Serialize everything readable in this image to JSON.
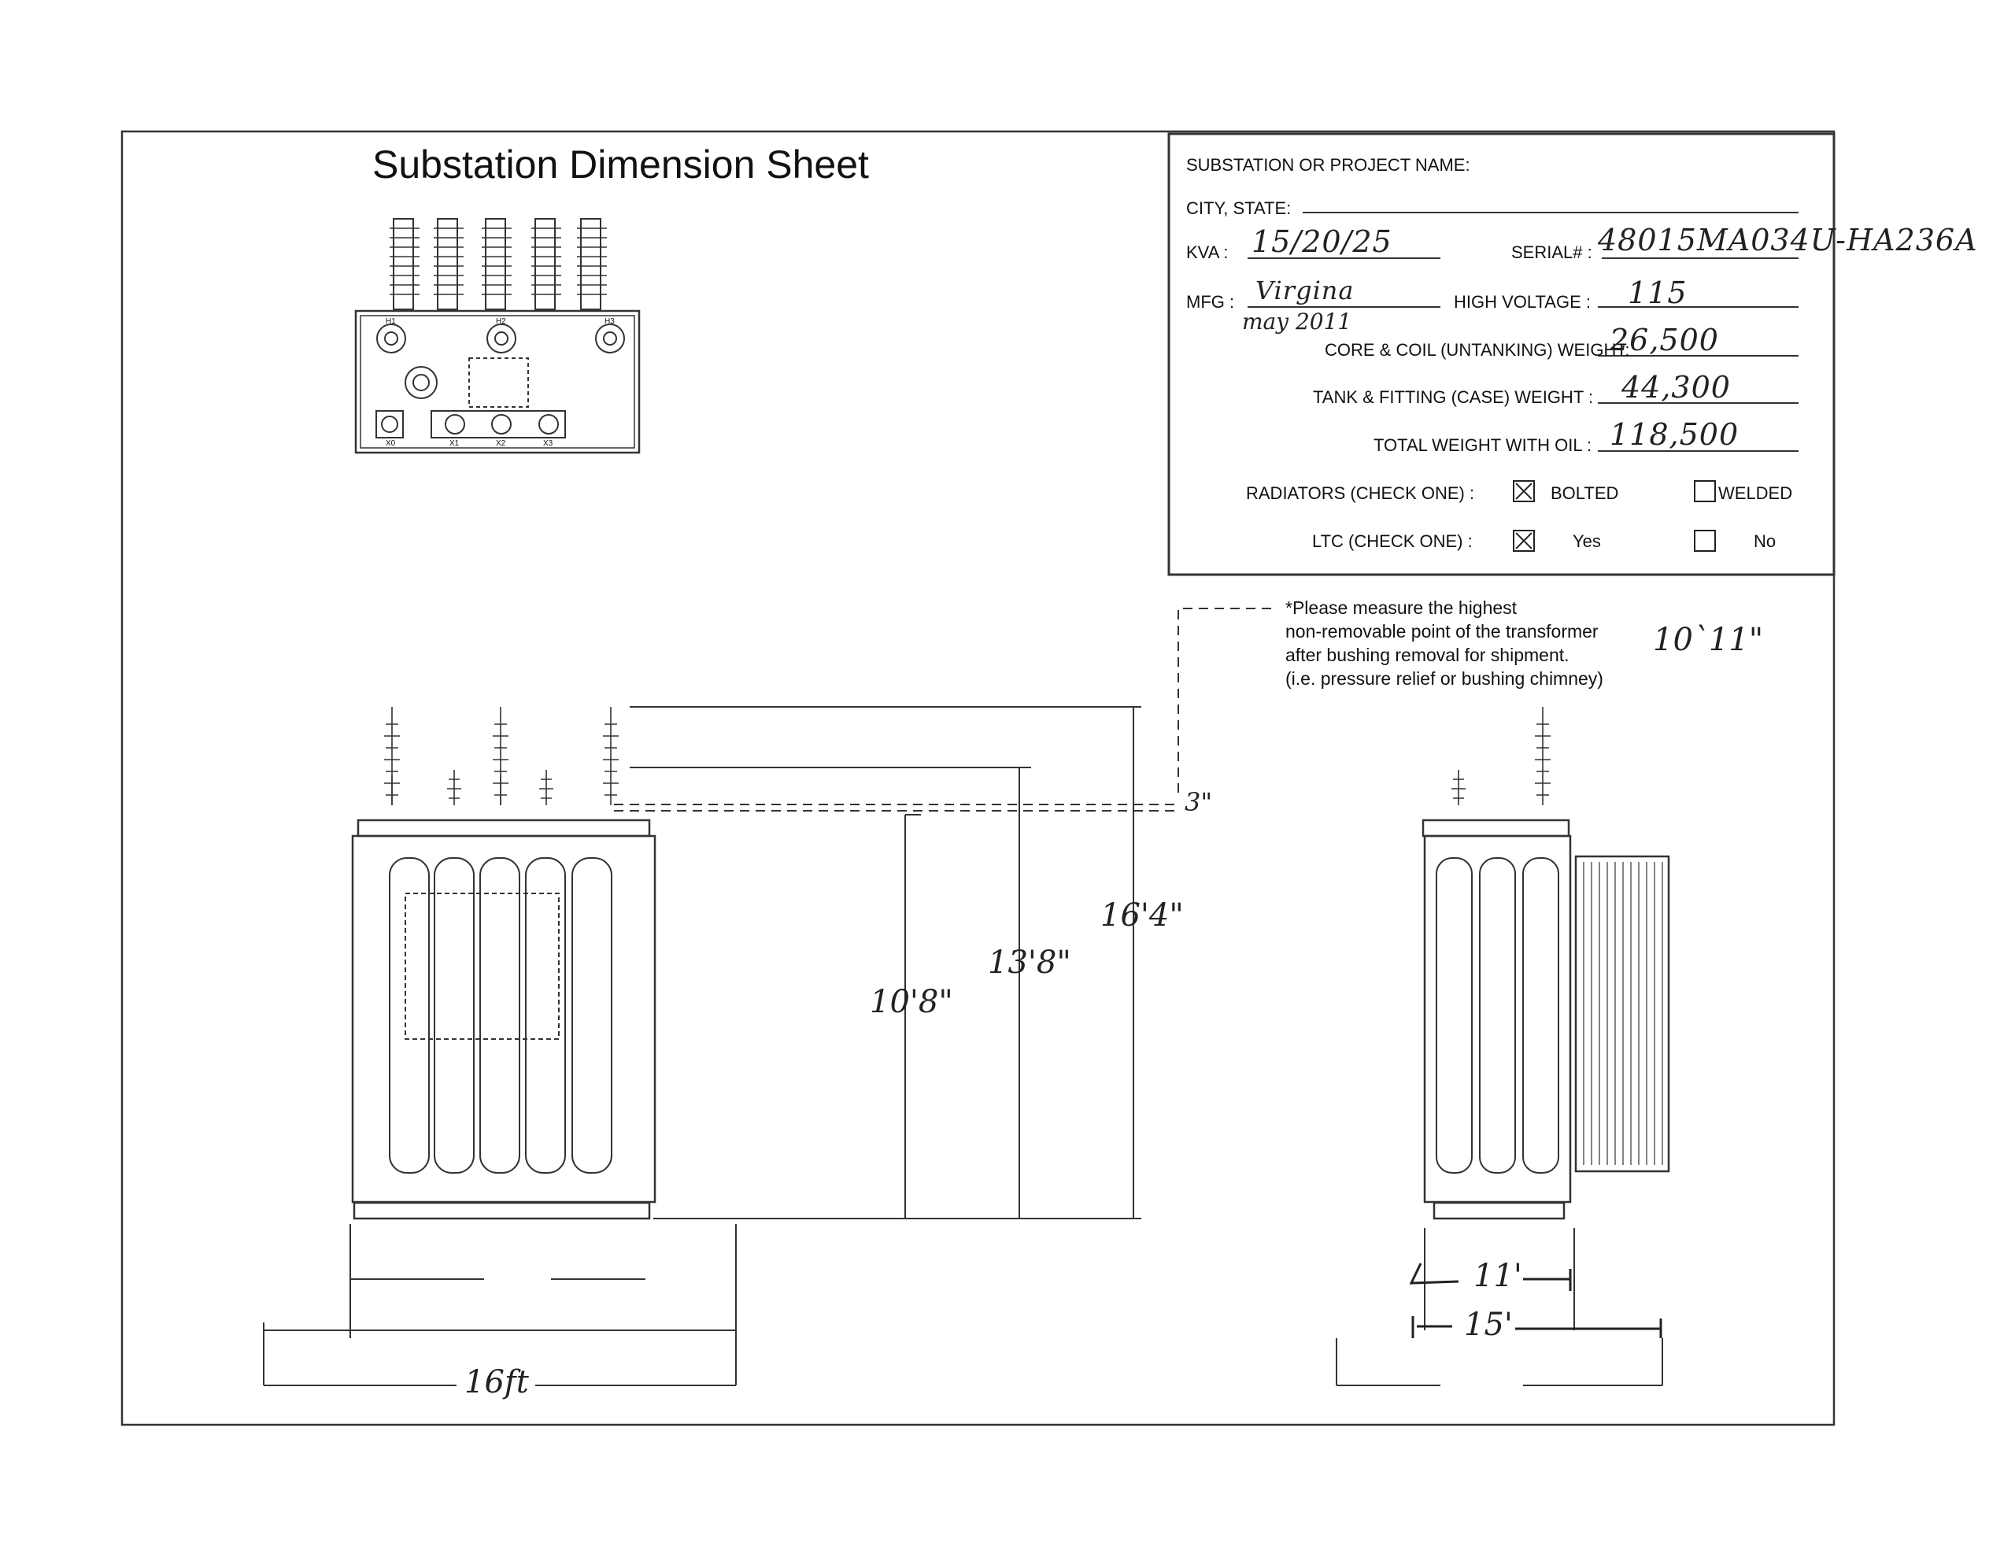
{
  "title": "Substation Dimension Sheet",
  "form": {
    "project_label": "SUBSTATION OR PROJECT NAME:",
    "project_value": "",
    "city_label": "CITY, STATE:",
    "city_value": "",
    "kva_label": "KVA :",
    "kva_value": "15/20/25",
    "serial_label": "SERIAL# :",
    "serial_value": "48015MA034U-HA236A",
    "mfg_label": "MFG :",
    "mfg_value": "Virgina",
    "mfg_date": "may 2011",
    "hv_label": "HIGH VOLTAGE :",
    "hv_value": "115",
    "core_label": "CORE & COIL (UNTANKING) WEIGHT:",
    "core_value": "26,500",
    "tank_label": "TANK & FITTING (CASE) WEIGHT :",
    "tank_value": "44,300",
    "total_label": "TOTAL WEIGHT WITH OIL :",
    "total_value": "118,500",
    "radiators_label": "RADIATORS (CHECK ONE) :",
    "radiators_option1": "BOLTED",
    "radiators_option2": "WELDED",
    "radiators_selected": "BOLTED",
    "ltc_label": "LTC (CHECK ONE) :",
    "ltc_option1": "Yes",
    "ltc_option2": "No",
    "ltc_selected": "Yes"
  },
  "note": {
    "line1": "*Please measure the highest",
    "line2": "non-removable point of the transformer",
    "line3": "after bushing removal for shipment.",
    "line4": "(i.e. pressure relief  or bushing chimney)",
    "handwritten_value": "10`11\""
  },
  "top_view_labels": {
    "h1": "H1",
    "h2": "H2",
    "h3": "H3",
    "x0": "X0",
    "x1": "X1",
    "x2": "X2",
    "x3": "X3"
  },
  "dimensions": {
    "height_1": "10'8\"",
    "height_2": "13'8\"",
    "height_3": "16'4\"",
    "clearance": "3\"",
    "front_width": "16ft",
    "side_width_1": "11'",
    "side_width_2": "15'"
  }
}
